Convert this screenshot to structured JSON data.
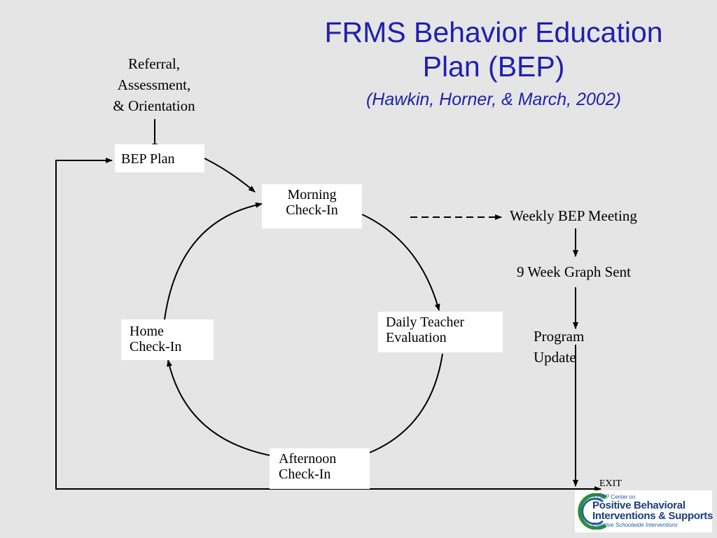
{
  "title": {
    "line1": "FRMS Behavior Education",
    "line2": "Plan (BEP)",
    "citation": "(Hawkin, Horner, & March, 2002)"
  },
  "entry": {
    "line1": "Referral,",
    "line2": "Assessment,",
    "line3": "& Orientation"
  },
  "nodes": {
    "bep_plan": "BEP Plan",
    "morning": {
      "line1": "Morning",
      "line2": "Check-In"
    },
    "daily_teacher": {
      "line1": "Daily Teacher",
      "line2": "Evaluation"
    },
    "afternoon": {
      "line1": "Afternoon",
      "line2": "Check-In"
    },
    "home": {
      "line1": "Home",
      "line2": "Check-In"
    }
  },
  "review": {
    "weekly_meeting": "Weekly BEP Meeting",
    "graph_sent": "9 Week Graph Sent",
    "program_update": {
      "line1": "Program",
      "line2": "Update"
    },
    "exit": "EXIT"
  },
  "logo": {
    "small": "OSEP Center on",
    "line1": "Positive Behavioral",
    "line2": "Interventions & Supports",
    "tagline": "Effective Schoolwide Interventions"
  },
  "colors": {
    "title": "#1f1fb0",
    "background": "#e5e5e5",
    "logo_text": "#1a3e7a",
    "logo_ring": "#2e8b3a"
  }
}
